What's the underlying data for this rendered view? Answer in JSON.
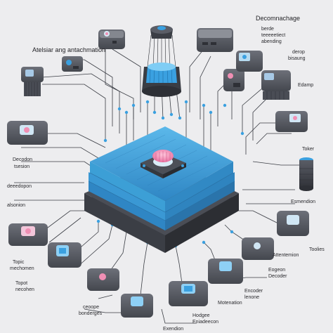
{
  "labels": {
    "top_left_title": "Atelsiar ang antachmation",
    "top_right_title": "Decomnachage",
    "top_right_sub1": "berde",
    "top_right_sub2": "teeeeetiect",
    "top_right_sub3": "abending",
    "right_drop": "derop",
    "right_drop_sub": "bisaung",
    "right_edamp": "Edamp",
    "right_toker": "Toker",
    "right_expendtion": "Esmendion",
    "right_toolies": "Toolies",
    "right_attentemion": "Attentemion",
    "right_eogeon": "Eogeon",
    "right_decoder": "Decoder",
    "bottom_encoder": "Encoder",
    "bottom_lenone": "lenone",
    "bottom_motenation": "Motenation",
    "bottom_hodgee": "Hodgee",
    "bottom_eniadeecon": "Eniadeecon",
    "bottom_exendion": "Exendion",
    "bottom_ceoope": "ceoope",
    "bottom_bonderges": "bonderges",
    "left_decodon": "Decodon",
    "left_tsesion": "tsesion",
    "left_deeedopon": "deeedopon",
    "left_alsonion": "alsonion",
    "left_topic": "Topic",
    "left_mechomen": "mechomen",
    "left_topot": "Topot",
    "left_necohen": "necohen"
  },
  "colors": {
    "background": "#ededef",
    "stack_blue": "#3c9fd6",
    "stack_dark": "#4a4d55",
    "accent_pink": "#f08fb4",
    "module_gray": "#5e6169",
    "line": "#3a3d44",
    "dot_blue": "#3aa0e0"
  }
}
